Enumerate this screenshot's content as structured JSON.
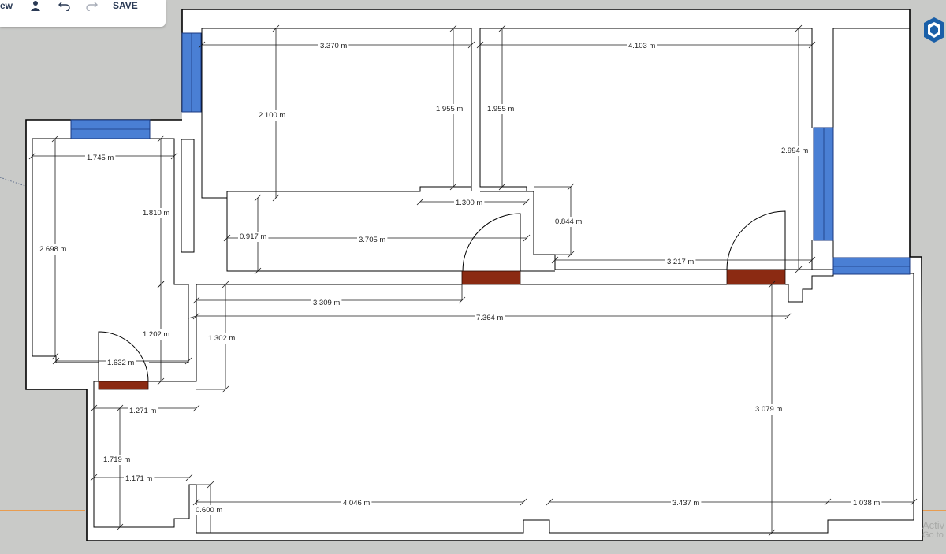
{
  "toolbar": {
    "view_label": "ew",
    "save_label": "SAVE",
    "icons": [
      "person-icon",
      "undo-icon",
      "redo-icon"
    ]
  },
  "colors": {
    "background": "#c9cac8",
    "window": "#4a7fd4",
    "door": "#8b2a12",
    "wall": "#000000",
    "guide_line": "#f28c28"
  },
  "activate_text": "Activ",
  "activate_subtext": "Go to",
  "dimensions": [
    {
      "id": "dim-3370",
      "label": "3.370 m"
    },
    {
      "id": "dim-4103",
      "label": "4.103 m"
    },
    {
      "id": "dim-2100",
      "label": "2.100 m"
    },
    {
      "id": "dim-1955-a",
      "label": "1.955 m"
    },
    {
      "id": "dim-1955-b",
      "label": "1.955 m"
    },
    {
      "id": "dim-2994",
      "label": "2.994 m"
    },
    {
      "id": "dim-1745",
      "label": "1.745 m"
    },
    {
      "id": "dim-1810",
      "label": "1.810 m"
    },
    {
      "id": "dim-2698",
      "label": "2.698 m"
    },
    {
      "id": "dim-1300",
      "label": "1.300 m"
    },
    {
      "id": "dim-0844",
      "label": "0.844 m"
    },
    {
      "id": "dim-0917",
      "label": "0.917 m"
    },
    {
      "id": "dim-3705",
      "label": "3.705 m"
    },
    {
      "id": "dim-3217",
      "label": "3.217 m"
    },
    {
      "id": "dim-3309",
      "label": "3.309 m"
    },
    {
      "id": "dim-7364",
      "label": "7.364 m"
    },
    {
      "id": "dim-1202",
      "label": "1.202 m"
    },
    {
      "id": "dim-1302",
      "label": "1.302 m"
    },
    {
      "id": "dim-1632",
      "label": "1.632 m"
    },
    {
      "id": "dim-1271",
      "label": "1.271 m"
    },
    {
      "id": "dim-3079",
      "label": "3.079 m"
    },
    {
      "id": "dim-1719",
      "label": "1.719 m"
    },
    {
      "id": "dim-1171",
      "label": "1.171 m"
    },
    {
      "id": "dim-4046",
      "label": "4.046 m"
    },
    {
      "id": "dim-0600",
      "label": "0.600 m"
    },
    {
      "id": "dim-3437",
      "label": "3.437 m"
    },
    {
      "id": "dim-1038",
      "label": "1.038 m"
    }
  ]
}
